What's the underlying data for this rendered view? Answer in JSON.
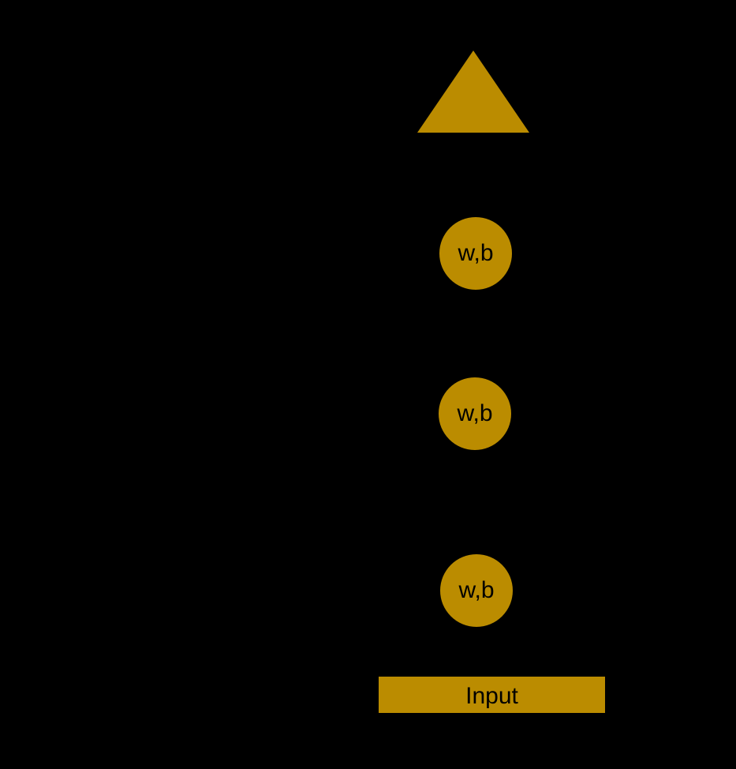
{
  "diagram": {
    "output": {
      "shape": "triangle",
      "color": "#bb8c00"
    },
    "nodes": [
      {
        "label": "w,b"
      },
      {
        "label": "w,b"
      },
      {
        "label": "w,b"
      }
    ],
    "input": {
      "label": "Input"
    },
    "colors": {
      "background": "#000000",
      "fill": "#bb8c00",
      "text": "#000000"
    }
  }
}
